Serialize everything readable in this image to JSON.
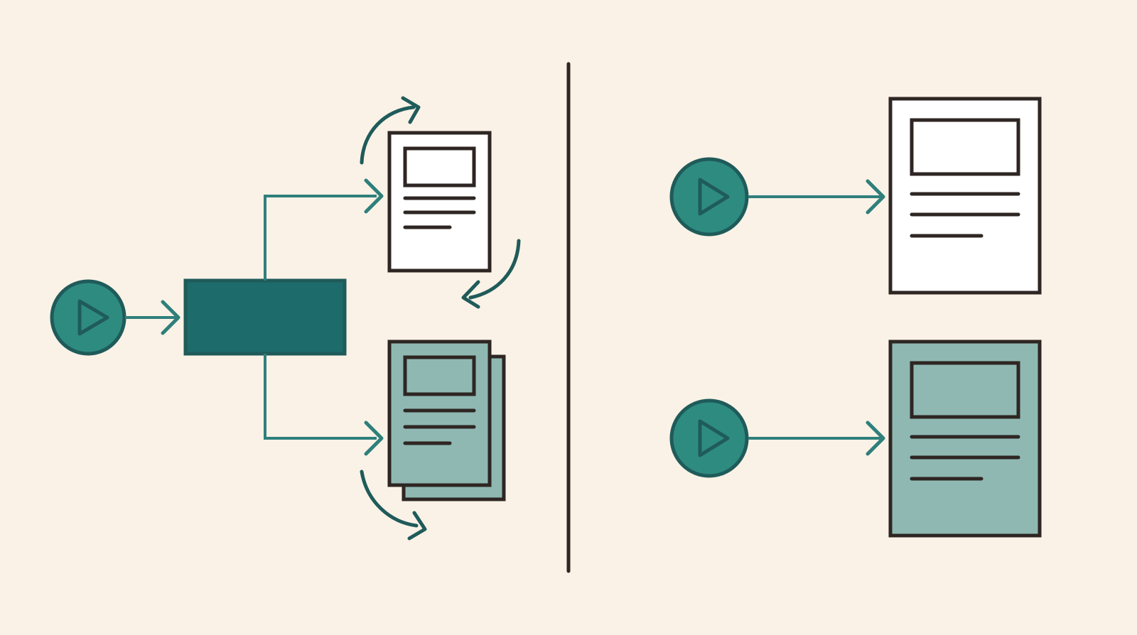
{
  "colors": {
    "background": "#faf2e6",
    "play_fill": "#2e8b80",
    "play_stroke": "#1f5b5a",
    "process_fill": "#1e6b6b",
    "connector": "#2f7f7b",
    "outline": "#2e2623",
    "doc_light": "#ffffff",
    "doc_teal": "#8fb8b2"
  },
  "icons": [
    "play-icon",
    "process-block",
    "document-icon",
    "document-stack-icon",
    "arrow-icon",
    "cycle-arrow-icon"
  ],
  "left_panel": {
    "source": "play-icon",
    "process": "process-block",
    "outputs": [
      {
        "doc": "document-icon",
        "fill": "doc_light",
        "cycle": "cycle-arrow-icon"
      },
      {
        "doc": "document-stack-icon",
        "fill": "doc_teal",
        "cycle": "cycle-arrow-icon"
      }
    ]
  },
  "right_panel": {
    "pipelines": [
      {
        "source": "play-icon",
        "target": "document-icon",
        "fill": "doc_light"
      },
      {
        "source": "play-icon",
        "target": "document-icon",
        "fill": "doc_teal"
      }
    ]
  }
}
